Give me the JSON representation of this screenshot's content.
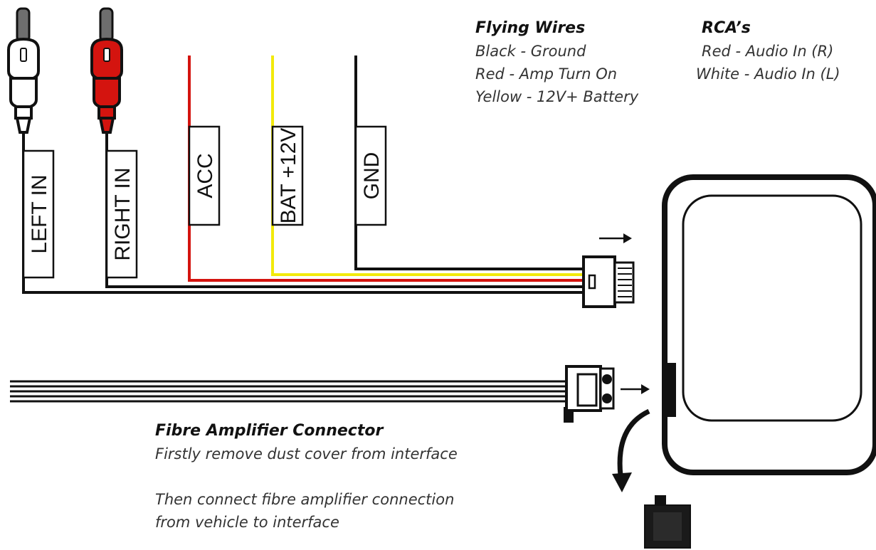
{
  "labels": {
    "left_in": "LEFT IN",
    "right_in": "RIGHT IN",
    "acc": "ACC",
    "bat": "BAT +12V",
    "gnd": "GND"
  },
  "flying_wires": {
    "heading": "Flying Wires",
    "lines": [
      "Black - Ground",
      "Red - Amp Turn On",
      "Yellow - 12V+ Battery"
    ]
  },
  "rcas": {
    "heading": "RCA’s",
    "lines": [
      "Red - Audio In (R)",
      "White - Audio In (L)"
    ]
  },
  "fibre": {
    "heading": "Fibre Amplifier Connector",
    "line1": "Firstly remove dust cover from interface",
    "line2": "Then connect fibre amplifier connection",
    "line3": "from vehicle to interface"
  },
  "colors": {
    "wire_black": "#111111",
    "wire_red": "#d4140f",
    "wire_yellow": "#f2ea0b",
    "rca_white": "#ffffff",
    "rca_red": "#d4140f",
    "rca_body_grey": "#6e6e6e"
  }
}
